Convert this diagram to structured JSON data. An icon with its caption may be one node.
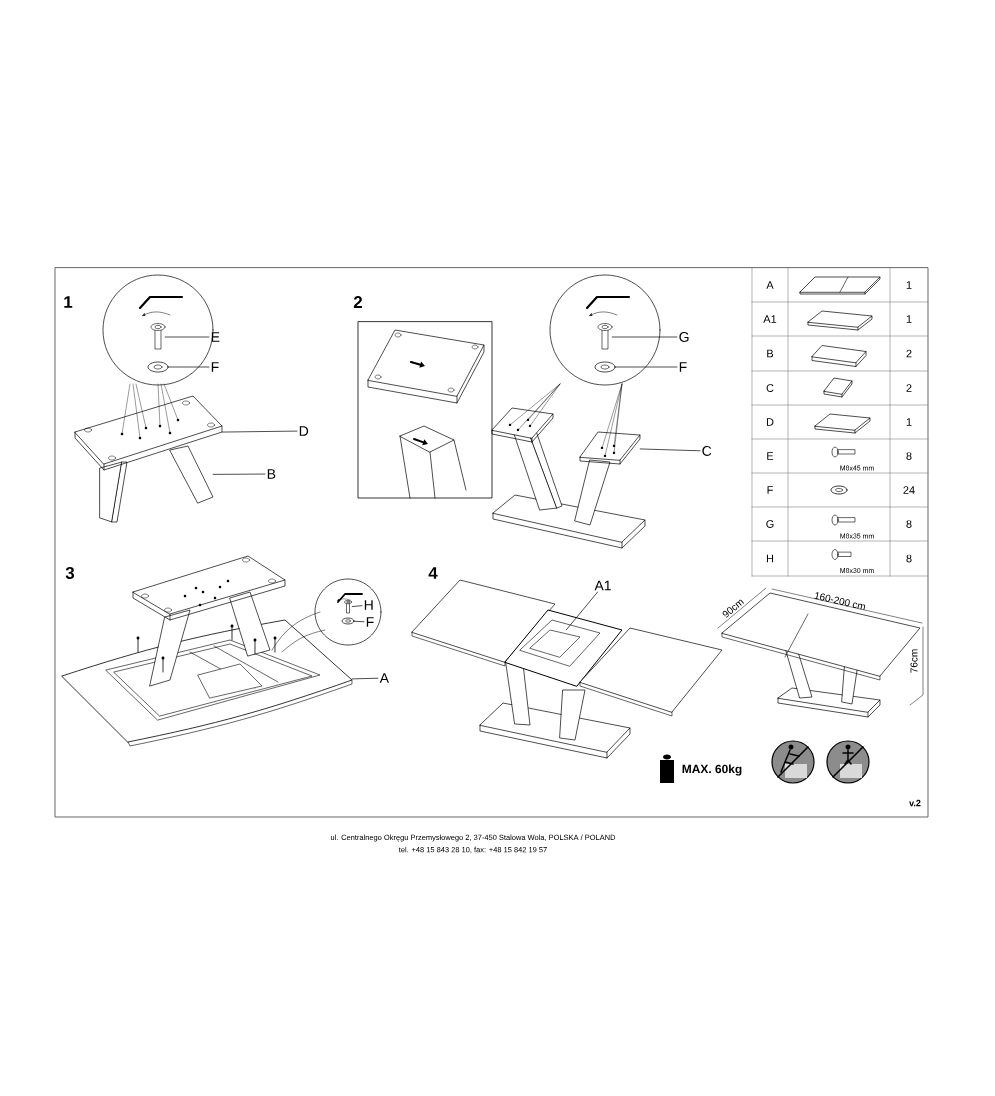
{
  "diagram": {
    "nodes": [
      {
        "text": [
          "E"
        ]
      },
      {
        "text": [
          "F"
        ]
      },
      {
        "text": [
          "D"
        ]
      },
      {
        "text": [
          "B"
        ]
      },
      {
        "text": [
          "G"
        ]
      },
      {
        "text": [
          "F"
        ]
      },
      {
        "text": [
          "C"
        ]
      },
      {
        "text": [
          "H"
        ]
      },
      {
        "text": [
          "F"
        ]
      },
      {
        "text": [
          "A"
        ]
      },
      {
        "text": [
          "A1"
        ]
      },
      {
        "text": [],
        "shape": "picture"
      },
      {
        "text": [],
        "shape": "picture"
      },
      {
        "text": [],
        "shape": "picture"
      },
      {
        "text": [],
        "shape": "picture"
      },
      {
        "text": [],
        "shape": "picture"
      },
      {
        "text": [],
        "shape": "picture"
      },
      {
        "text": [],
        "shape": "picture"
      },
      {
        "text": [],
        "shape": "picture"
      },
      {
        "text": [],
        "shape": "picture"
      },
      {
        "text": [],
        "shape": "picture"
      },
      {
        "text": [],
        "shape": "picture"
      }
    ],
    "edges": [
      {
        "from": 0,
        "to": 11,
        "arrow": "none"
      },
      {
        "from": 1,
        "to": 12,
        "arrow": "none"
      },
      {
        "from": 2,
        "to": 13,
        "arrow": "none"
      },
      {
        "from": 3,
        "to": 14,
        "arrow": "none"
      },
      {
        "from": 4,
        "to": 15,
        "arrow": "none"
      },
      {
        "from": 5,
        "to": 16,
        "arrow": "none"
      },
      {
        "from": 6,
        "to": 17,
        "arrow": "none"
      },
      {
        "from": 7,
        "to": 18,
        "arrow": "none"
      },
      {
        "from": 8,
        "to": 19,
        "arrow": "none"
      },
      {
        "from": 9,
        "to": 20,
        "arrow": "none"
      },
      {
        "from": 10,
        "to": 21,
        "arrow": "none"
      }
    ],
    "labels": [
      "1",
      "2",
      "3",
      "4",
      "A",
      "1",
      "A1",
      "1",
      "B",
      "2",
      "C",
      "2",
      "D",
      "1",
      "E",
      "M8x45 mm",
      "8",
      "F",
      "24",
      "G",
      "M8x35 mm",
      "8",
      "H",
      "M8x30 mm",
      "8",
      "90cm",
      "160-200 cm",
      "76cm",
      "MAX. 60kg",
      "v.2",
      "ul. Centralnego Okręgu Przemysłowego 2, 37-450 Stalowa Wola, POLSKA / POLAND",
      "tel. +48 15 843 28 10, fax: +48 15 842 19 57"
    ]
  }
}
